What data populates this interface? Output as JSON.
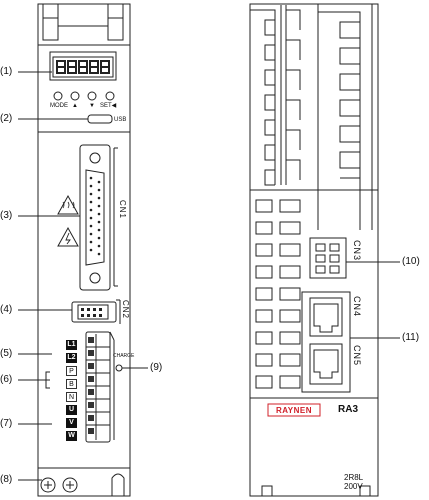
{
  "callouts": [
    "(1)",
    "(2)",
    "(3)",
    "(4)",
    "(5)",
    "(6)",
    "(7)",
    "(8)",
    "(9)",
    "(10)",
    "(11)"
  ],
  "front": {
    "keys": [
      "MODE",
      "▲",
      "▼",
      "SET◀"
    ],
    "usb": "USB",
    "charge": "CHARGE",
    "connectors": {
      "cn1": "CN1",
      "cn2": "CN2"
    },
    "terminals": [
      "L1",
      "L2",
      "P",
      "B",
      "N",
      "U",
      "V",
      "W"
    ]
  },
  "side": {
    "connectors": {
      "cn3": "CN3",
      "cn4": "CN4",
      "cn5": "CN5"
    },
    "brand": "RAYNEN",
    "model": "RA3",
    "rating_line1": "2R8L",
    "rating_line2": "200V",
    "brand_color": "#d0202a"
  }
}
